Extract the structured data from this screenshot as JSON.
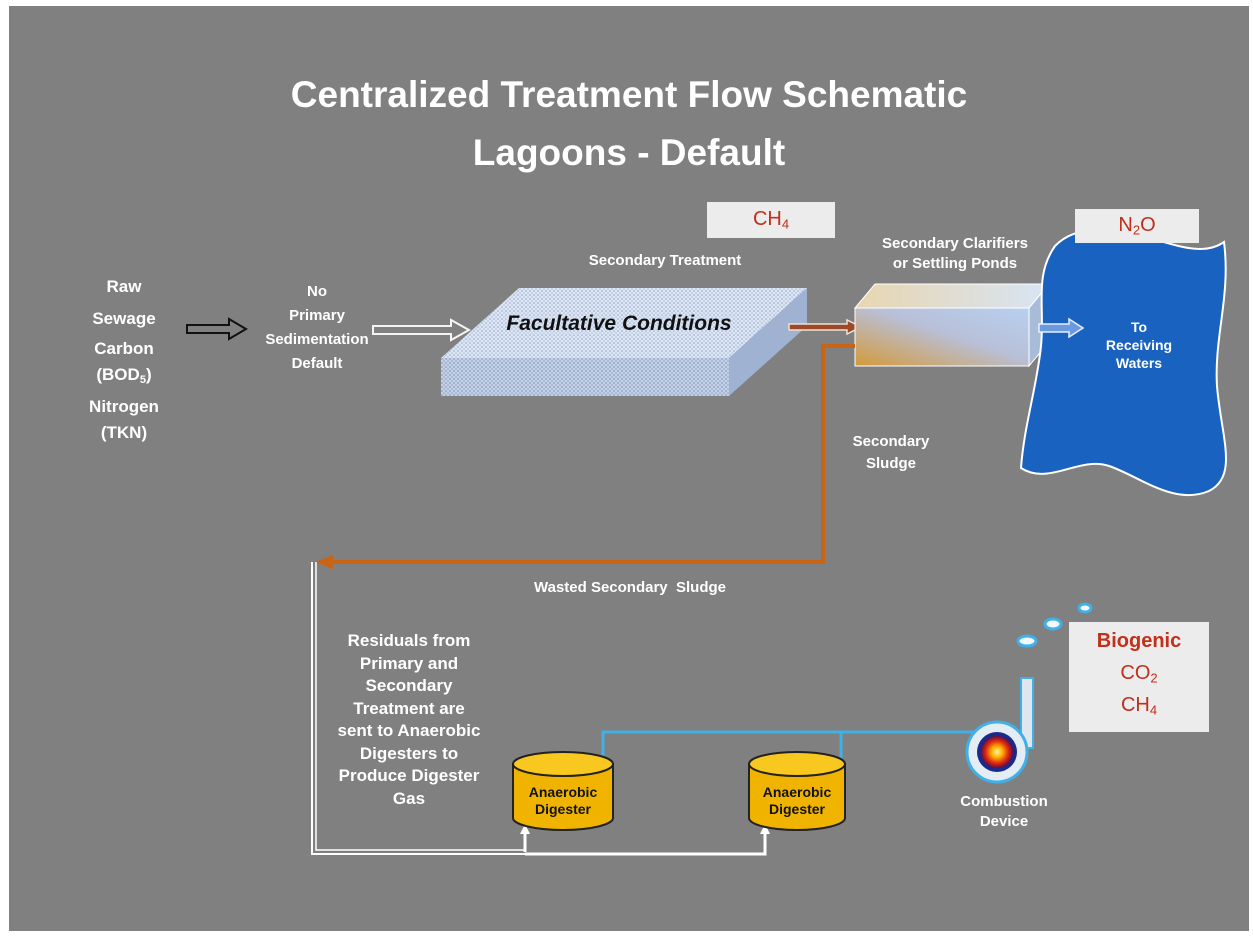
{
  "title": {
    "line1": "Centralized Treatment Flow Schematic",
    "line2": "Lagoons - Default"
  },
  "inputs": {
    "raw": "Raw",
    "sewage": "Sewage",
    "carbon": "Carbon",
    "bod_open": "(BOD",
    "bod_sub": "5",
    "bod_close": ")",
    "nitrogen": "Nitrogen",
    "tkn": "(TKN)"
  },
  "primary": {
    "line1": "No",
    "line2": "Primary",
    "line3": "Sedimentation",
    "line4": "Default"
  },
  "secondary_treatment": {
    "label": "Secondary Treatment",
    "condition": "Facultative Conditions"
  },
  "ch4_box_top": {
    "main": "CH",
    "sub": "4"
  },
  "n2o_box": {
    "a": "N",
    "sub": "2",
    "b": "O"
  },
  "clarifiers": {
    "line1": "Secondary Clarifiers",
    "line2": "or Settling Ponds"
  },
  "receiving": {
    "line1": "To",
    "line2": "Receiving",
    "line3": "Waters"
  },
  "sludge": {
    "secondary_line1": "Secondary",
    "secondary_line2": "Sludge",
    "wasted": "Wasted Secondary  Sludge"
  },
  "residuals": {
    "line1": "Residuals from",
    "line2": "Primary and",
    "line3": "Secondary",
    "line4": "Treatment are",
    "line5": "sent to Anaerobic",
    "line6": "Digesters to",
    "line7": "Produce Digester",
    "line8": "Gas"
  },
  "digester1": {
    "line1": "Anaerobic",
    "line2": "Digester"
  },
  "digester2": {
    "line1": "Anaerobic",
    "line2": "Digester"
  },
  "combustion": {
    "line1": "Combustion",
    "line2": "Device"
  },
  "emissions_box": {
    "biogenic": "Biogenic",
    "co2_main": "CO",
    "co2_sub": "2",
    "ch4_main": "CH",
    "ch4_sub": "4"
  },
  "colors": {
    "background": "#808080",
    "sludge_line": "#c86414",
    "gas_line": "#3fb0e8",
    "water": "#1a62c0",
    "digester": "#f0b400",
    "emission_text": "#c0301a"
  }
}
